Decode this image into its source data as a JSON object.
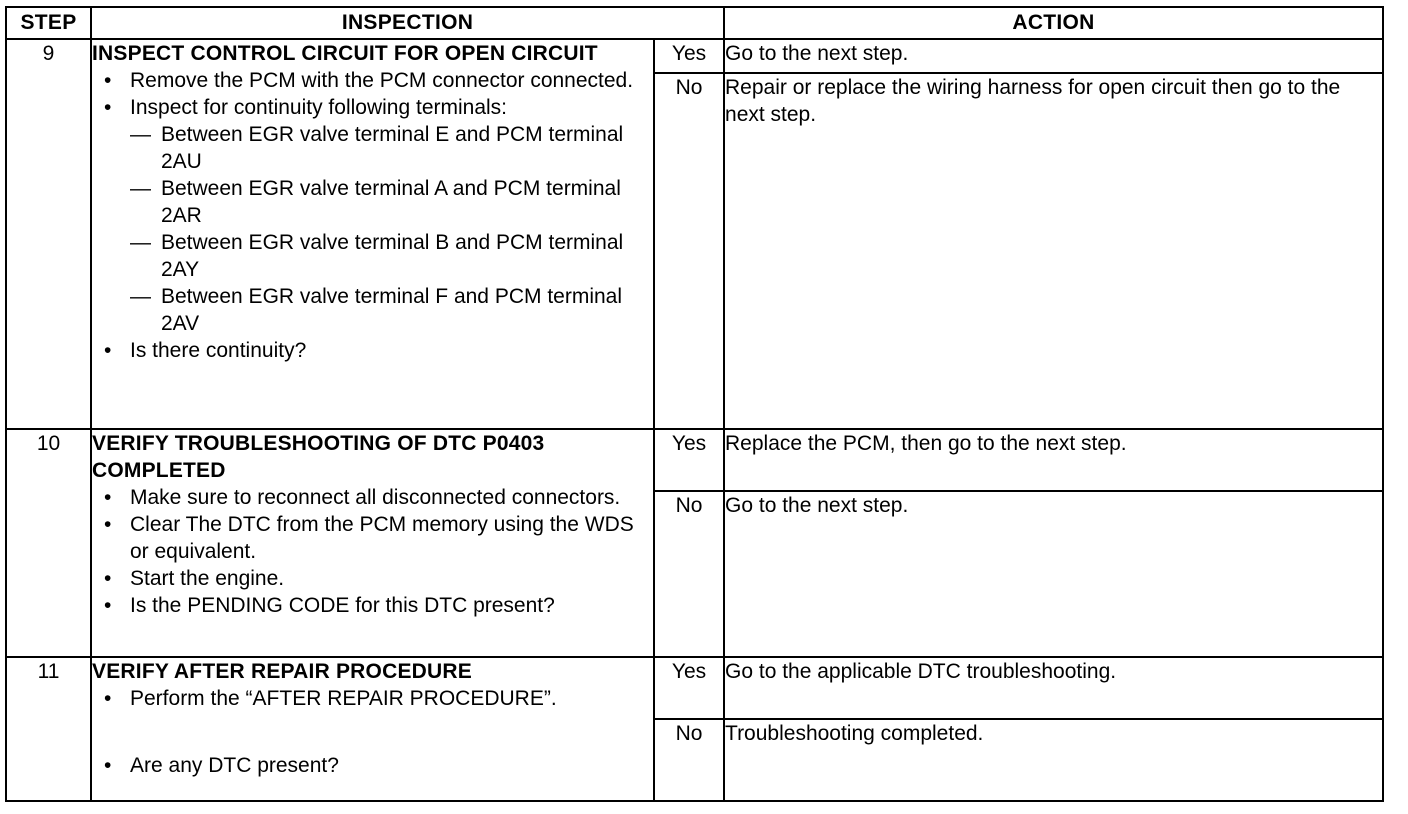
{
  "headers": {
    "step": "STEP",
    "inspection": "INSPECTION",
    "action": "ACTION"
  },
  "rows": [
    {
      "step": "9",
      "title": "INSPECT CONTROL CIRCUIT FOR OPEN CIRCUIT",
      "bullets": [
        "Remove the PCM with the PCM connector connected.",
        "Inspect for continuity following terminals:"
      ],
      "sub_items": [
        "Between EGR valve terminal E and PCM terminal 2AU",
        "Between EGR valve terminal A and PCM terminal 2AR",
        "Between EGR valve terminal B and PCM terminal 2AY",
        "Between EGR valve terminal F and PCM terminal 2AV"
      ],
      "question": "Is there continuity?",
      "yes_label": "Yes",
      "yes_action": "Go to the next step.",
      "no_label": "No",
      "no_action": "Repair or replace the wiring harness for open circuit then go to the next step."
    },
    {
      "step": "10",
      "title": "VERIFY TROUBLESHOOTING OF DTC P0403 COMPLETED",
      "bullets": [
        "Make sure to reconnect all disconnected connectors.",
        "Clear The DTC from the PCM memory using the WDS or equivalent.",
        "Start the engine.",
        "Is the PENDING CODE for this DTC present?"
      ],
      "yes_label": "Yes",
      "yes_action": "Replace the PCM, then go to the next step.",
      "no_label": "No",
      "no_action": "Go to the next step."
    },
    {
      "step": "11",
      "title": "VERIFY AFTER REPAIR PROCEDURE",
      "bullets": [
        "Perform the “AFTER REPAIR PROCEDURE”.",
        "Are any DTC present?"
      ],
      "yes_label": "Yes",
      "yes_action": "Go to the applicable DTC troubleshooting.",
      "no_label": "No",
      "no_action": "Troubleshooting completed."
    }
  ]
}
